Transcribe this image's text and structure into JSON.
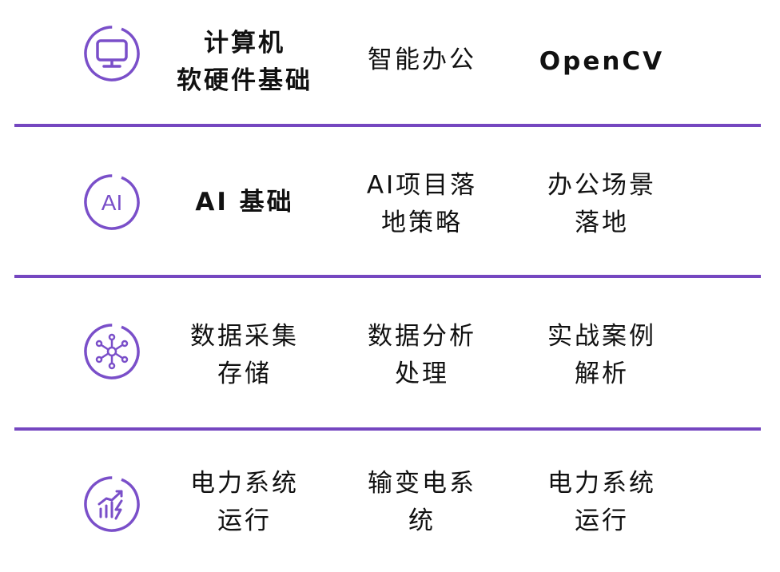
{
  "rows": [
    {
      "icon": "monitor-icon",
      "cells": [
        {
          "lines": [
            "计算机",
            "软硬件基础"
          ]
        },
        {
          "lines": [
            "智能办公"
          ]
        },
        {
          "lines": [
            "OpenCV"
          ]
        }
      ]
    },
    {
      "icon": "ai-icon",
      "icon_text": "AI",
      "cells": [
        {
          "lines": [
            "AI 基础"
          ]
        },
        {
          "lines": [
            "AI项目落",
            "地策略"
          ]
        },
        {
          "lines": [
            "办公场景",
            "落地"
          ]
        }
      ]
    },
    {
      "icon": "network-icon",
      "cells": [
        {
          "lines": [
            "数据采集",
            "存储"
          ]
        },
        {
          "lines": [
            "数据分析",
            "处理"
          ]
        },
        {
          "lines": [
            "实战案例",
            "解析"
          ]
        }
      ]
    },
    {
      "icon": "power-chart-icon",
      "cells": [
        {
          "lines": [
            "电力系统",
            "运行"
          ]
        },
        {
          "lines": [
            "输变电系",
            "统"
          ]
        },
        {
          "lines": [
            "电力系统",
            "运行"
          ]
        }
      ]
    }
  ],
  "colors": {
    "accent": "#7547c0",
    "icon": "#7a4fc9",
    "text": "#111111"
  }
}
